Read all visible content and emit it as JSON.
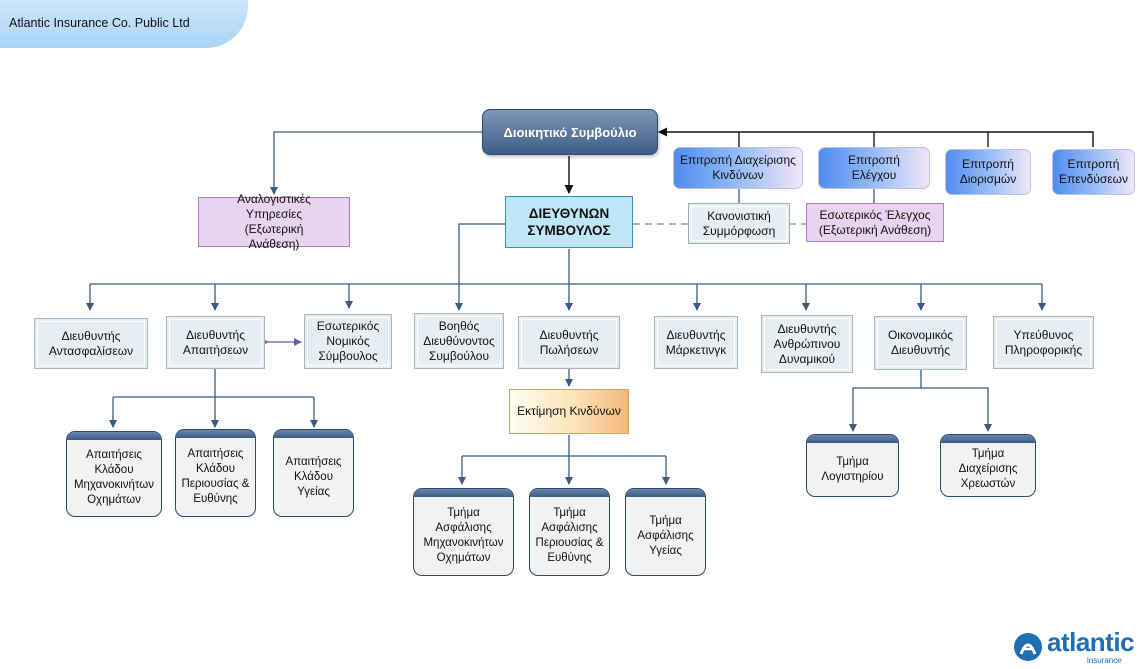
{
  "header": {
    "company": "Atlantic Insurance Co. Public Ltd"
  },
  "board": {
    "label": "Διοικητικό Συμβούλιο"
  },
  "committees": [
    {
      "key": "risk",
      "label": "Επιτροπή Διαχείρισης Κινδύνων"
    },
    {
      "key": "audit",
      "label": "Επιτροπή Ελέγχου"
    },
    {
      "key": "appointments",
      "label": "Επιτροπή Διορισμών"
    },
    {
      "key": "investments",
      "label": "Επιτροπή Επενδύσεων"
    }
  ],
  "actuarial": {
    "label": "Αναλογιστικές Υπηρεσίες (Εξωτερική Ανάθεση)"
  },
  "ceo": {
    "label": "ΔΙΕΥΘΥΝΩΝ ΣΥΜΒΟΥΛΟΣ"
  },
  "compliance": {
    "label": "Κανονιστική Συμμόρφωση"
  },
  "internal_audit": {
    "label": "Εσωτερικός Έλεγχος (Εξωτερική Ανάθεση)"
  },
  "departments": [
    {
      "key": "reinsurance",
      "label": "Διευθυντής Αντασφαλίσεων"
    },
    {
      "key": "claims",
      "label": "Διευθυντής Απαιτήσεων"
    },
    {
      "key": "legal",
      "label": "Εσωτερικός Νομικός Σύμβουλος"
    },
    {
      "key": "assistant",
      "label": "Βοηθός Διευθύνοντος Συμβούλου"
    },
    {
      "key": "sales",
      "label": "Διευθυντής Πωλήσεων"
    },
    {
      "key": "marketing",
      "label": "Διευθυντής Μάρκετινγκ"
    },
    {
      "key": "hr",
      "label": "Διευθυντής Ανθρώπινου Δυναμικού"
    },
    {
      "key": "finance",
      "label": "Οικονομικός Διευθυντής"
    },
    {
      "key": "it",
      "label": "Υπεύθυνος Πληροφορικής"
    }
  ],
  "risk_assessment": {
    "label": "Εκτίμηση Κινδύνων"
  },
  "claims_units": [
    {
      "label": "Απαιτήσεις Κλάδου Μηχανοκινήτων Οχημάτων"
    },
    {
      "label": "Απαιτήσεις Κλάδου Περιουσίας & Ευθύνης"
    },
    {
      "label": "Απαιτήσεις Κλάδου Υγείας"
    }
  ],
  "sales_units": [
    {
      "label": "Τμήμα Ασφάλισης Μηχανοκινήτων Οχημάτων"
    },
    {
      "label": "Τμήμα Ασφάλισης Περιουσίας & Ευθύνης"
    },
    {
      "label": "Τμήμα Ασφάλισης Υγείας"
    }
  ],
  "finance_units": [
    {
      "label": "Τμήμα Λογιστηρίου"
    },
    {
      "label": "Τμήμα Διαχείρισης Χρεωστών"
    }
  ],
  "logo": {
    "word": "atlantic",
    "sub": "insurance"
  },
  "colors": {
    "connector": "#3b5a80",
    "board": "#4a6890",
    "ceo_fill": "#bfe6f7",
    "outsourced_fill": "#e8d4ee",
    "brand": "#1f6fb2"
  }
}
